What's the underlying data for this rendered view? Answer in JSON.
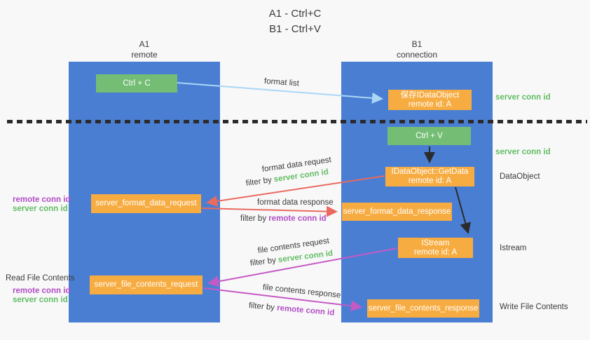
{
  "title": {
    "line1": "A1 - Ctrl+C",
    "line2": "B1 - Ctrl+V"
  },
  "lanes": {
    "a1": {
      "name": "A1",
      "subtitle": "remote"
    },
    "b1": {
      "name": "B1",
      "subtitle": "connection"
    }
  },
  "nodes": {
    "ctrl_c": "Ctrl + C",
    "ctrl_v": "Ctrl + V",
    "save_dataobject": {
      "line1": "保存IDataObject",
      "line2": "remote id: A"
    },
    "getdata": {
      "line1": "IDataObject::GetData",
      "line2": "remote id: A"
    },
    "istream": {
      "line1": "IStream",
      "line2": "remote id: A"
    },
    "format_request": "server_format_data_request",
    "format_response": "server_format_data_response",
    "file_request": "server_file_contents_request",
    "file_response": "server_file_contents_response"
  },
  "side_labels": {
    "server_conn_id_top": "server conn id",
    "server_conn_id_mid": "server conn id",
    "dataobject": "DataObject",
    "istream": "Istream",
    "read_file": "Read File Contents",
    "write_file": "Write File Contents",
    "remote_conn_id_1": "remote conn id",
    "server_conn_id_1": "server conn id",
    "remote_conn_id_2": "remote conn id",
    "server_conn_id_2": "server conn id"
  },
  "arrow_labels": {
    "format_list": "format list",
    "format_data_request": "format data request",
    "format_data_response": "format data response",
    "file_contents_request": "file contents request",
    "file_contents_response": "file contents response",
    "filter_by_1": "filter by",
    "filter_by_1_value": "server conn id",
    "filter_by_2": "filter by",
    "filter_by_2_value": "remote conn id",
    "filter_by_3": "filter by",
    "filter_by_3_value": "server conn id",
    "filter_by_4": "filter by",
    "filter_by_4_value": "remote conn id"
  },
  "colors": {
    "lane_blue": "#4a7ed3",
    "node_green": "#74bd74",
    "node_orange": "#f7ac41",
    "text_green": "#63bd63",
    "text_purple": "#b14ec4",
    "arrow_light_blue": "#a9d7f5",
    "arrow_red": "#e96a5f",
    "arrow_magenta": "#c55ac5",
    "arrow_black": "#2b2b2b",
    "background": "#f8f8f9"
  }
}
